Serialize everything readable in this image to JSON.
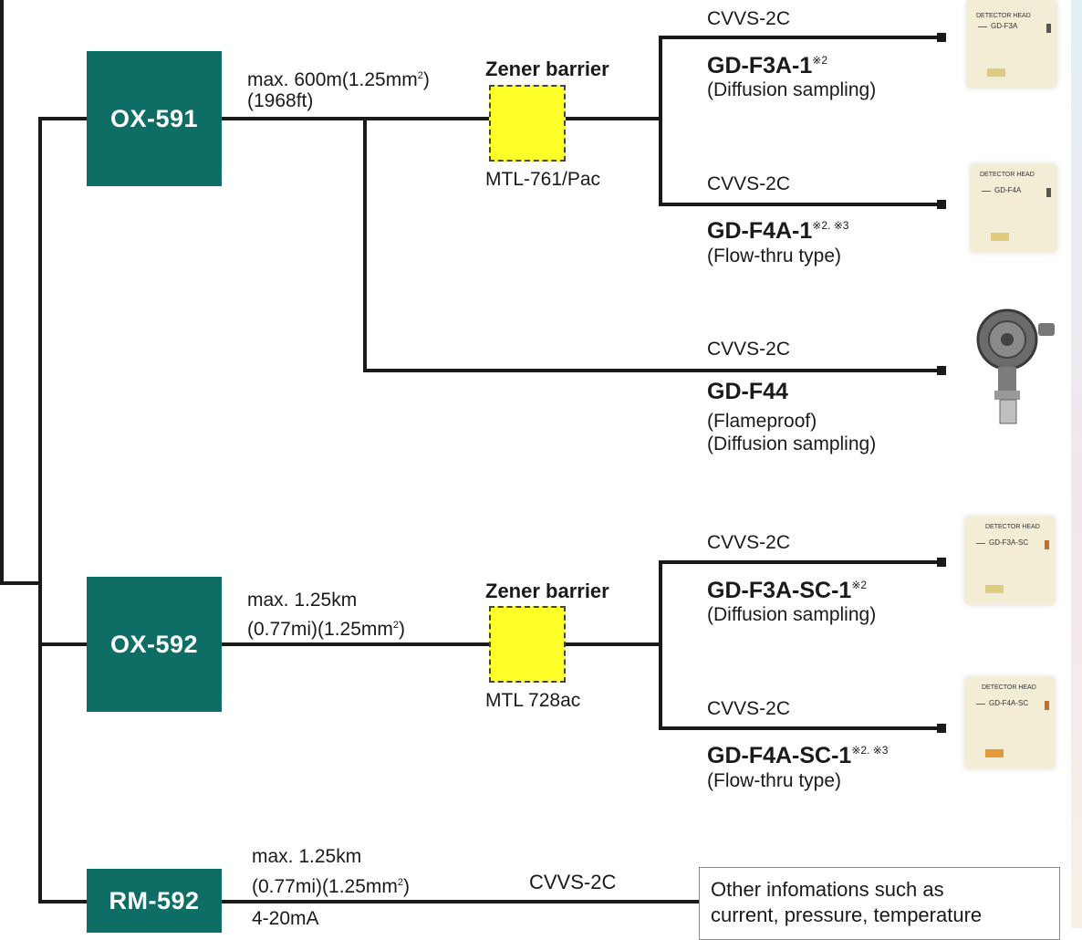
{
  "controllers": {
    "ox591": {
      "label": "OX-591",
      "cable_length": "max. 600m(1.25mm",
      "cable_sup": "2",
      "cable_close": ")",
      "cable_ft": "(1968ft)"
    },
    "ox592": {
      "label": "OX-592",
      "cable_length": "max. 1.25km",
      "cable_line2": "(0.77mi)(1.25mm",
      "cable_sup": "2",
      "cable_close": ")"
    },
    "rm592": {
      "label": "RM-592",
      "cable_length": "max. 1.25km",
      "cable_line2": "(0.77mi)(1.25mm",
      "cable_sup": "2",
      "cable_close": ")",
      "signal": "4-20mA",
      "cable_type": "CVVS-2C"
    }
  },
  "barriers": [
    {
      "label": "Zener barrier",
      "model": "MTL-761/Pac"
    },
    {
      "label": "Zener barrier",
      "model": "MTL 728ac"
    }
  ],
  "detectors": [
    {
      "cable": "CVVS-2C",
      "model": "GD-F3A-1",
      "note": "※2",
      "desc": "(Diffusion sampling)",
      "head_label": "DETECTOR HEAD",
      "head_model": "GD-F3A"
    },
    {
      "cable": "CVVS-2C",
      "model": "GD-F4A-1",
      "note": "※2. ※3",
      "desc": "(Flow-thru type)",
      "head_label": "DETECTOR HEAD",
      "head_model": "GD-F4A"
    },
    {
      "cable": "CVVS-2C",
      "model": "GD-F44",
      "note": "",
      "desc": "(Flameproof)",
      "desc2": "(Diffusion sampling)"
    },
    {
      "cable": "CVVS-2C",
      "model": "GD-F3A-SC-1",
      "note": "※2",
      "desc": "(Diffusion sampling)",
      "head_label": "DETECTOR HEAD",
      "head_model": "GD-F3A-SC"
    },
    {
      "cable": "CVVS-2C",
      "model": "GD-F4A-SC-1",
      "note": "※2. ※3",
      "desc": "(Flow-thru type)",
      "head_label": "DETECTOR HEAD",
      "head_model": "GD-F4A-SC"
    }
  ],
  "info_box": {
    "line1": "Other infomations such as",
    "line2": "current, pressure, temperature"
  },
  "colors": {
    "controller": "#0e6e66",
    "barrier": "#ffff2a",
    "wire": "#1a1a1a"
  }
}
